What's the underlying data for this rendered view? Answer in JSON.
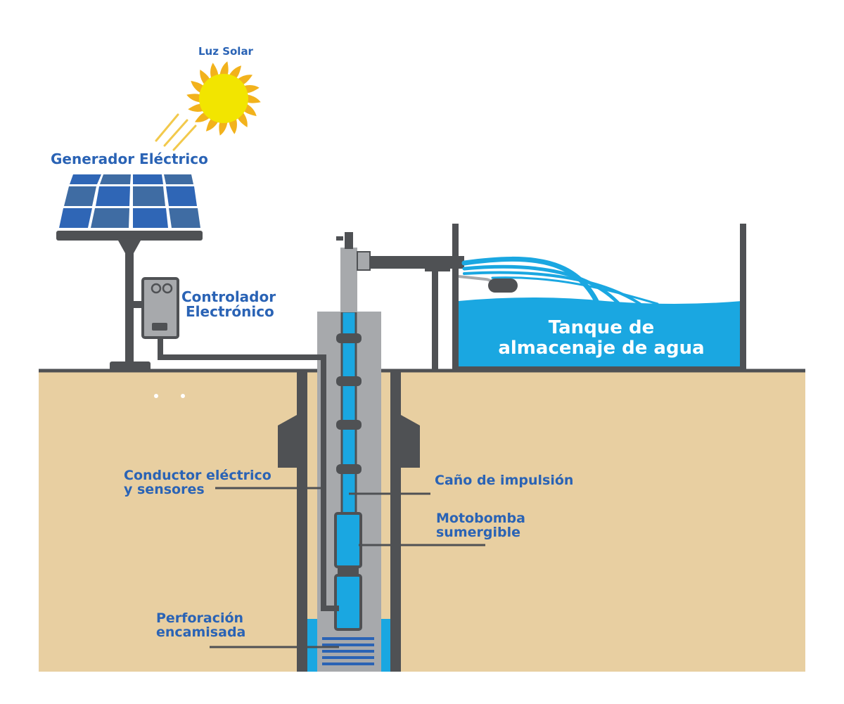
{
  "labels": {
    "sun": "Luz Solar",
    "generator": "Generador Eléctrico",
    "controller": [
      "Controlador",
      "Electrónico"
    ],
    "tank": [
      "Tanque de",
      "almacenaje de agua"
    ],
    "conductor": [
      "Conductor eléctrico",
      "y sensores"
    ],
    "pipe": "Caño de impulsión",
    "pump": [
      "Motobomba",
      "sumergible"
    ],
    "borehole": [
      "Perforación",
      "encamisada"
    ]
  },
  "colors": {
    "label_blue": "#2a63b5",
    "ground": "#e8cfa1",
    "structure": "#4f5154",
    "casing": "#a7a9ac",
    "water": "#1aa7e1",
    "sun": "#f2e500",
    "sun_rays": "#f2b21c",
    "panel_blue": "#3f6ca3"
  }
}
